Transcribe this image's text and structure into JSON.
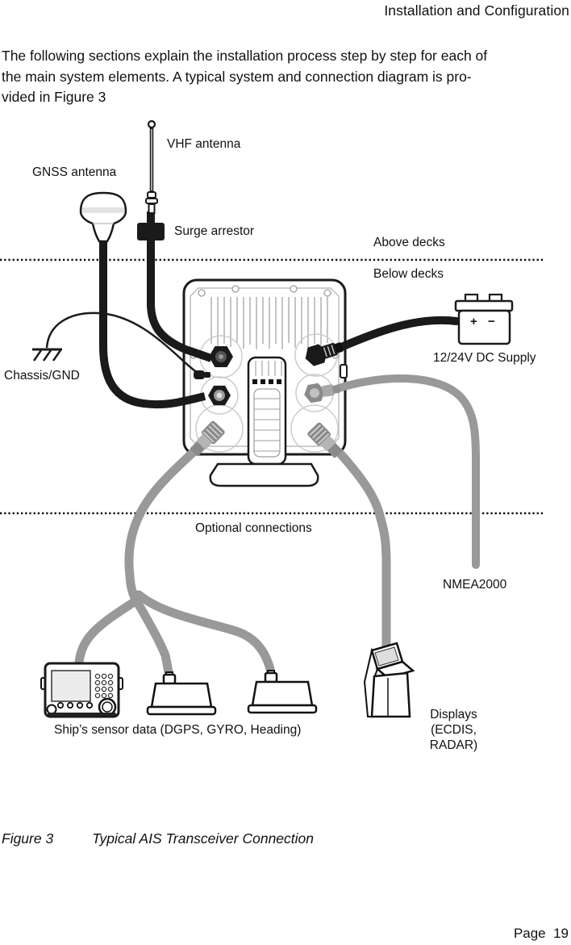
{
  "page": {
    "header": "Installation and Configuration",
    "body_lines": [
      "The following sections explain the installation process step by step for each of",
      "the main system elements. A typical system and connection diagram is pro-",
      "vided in Figure 3"
    ],
    "caption": {
      "prefix": "Figure 3",
      "title": "Typical AIS Transceiver Connection"
    },
    "footer": "Page  19"
  },
  "diagram": {
    "labels": {
      "vhf_antenna": "VHF antenna",
      "gnss_antenna": "GNSS antenna",
      "surge_arrestor": "Surge arrestor",
      "above_decks": "Above decks",
      "below_decks": "Below decks",
      "chassis_gnd": "Chassis/GND",
      "dc_supply": "12/24V DC Supply",
      "optional_connections": "Optional connections",
      "nmea2000": "NMEA2000",
      "sensor_data": "Ship’s sensor data (DGPS, GYRO, Heading)",
      "displays_line1": "Displays",
      "displays_line2": "(ECDIS, RADAR)",
      "battery_plus": "+",
      "battery_minus": "−"
    },
    "colors": {
      "line_black": "#1a1a1a",
      "cable_gray": "#999999",
      "connector_gray": "#8a8a8a",
      "screen_gray": "#e6e6e6"
    }
  }
}
